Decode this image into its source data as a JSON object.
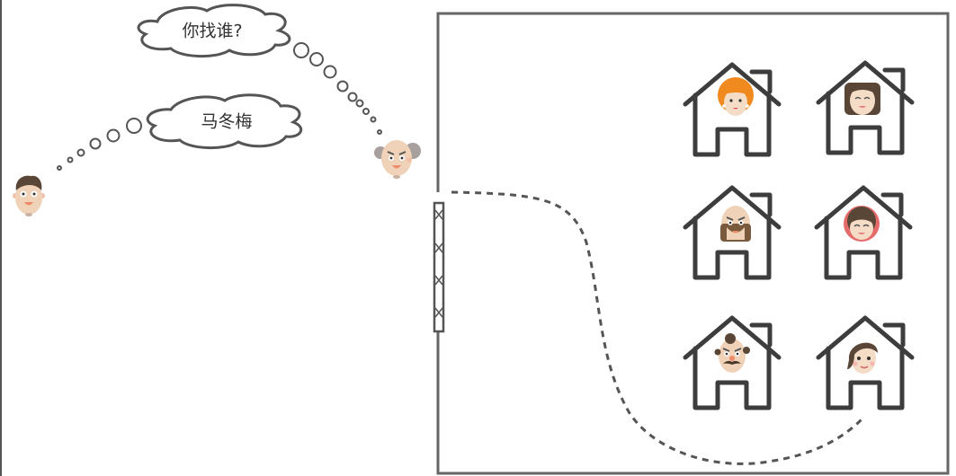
{
  "scene": {
    "title": "Visitor looking for Ma Dongmei at a residential compound",
    "colors": {
      "stroke": "#3d3d3d",
      "wall": "#666666",
      "skin": "#f0d2b8",
      "mouth": "#ee8a6a",
      "hair_dark": "#5a4636",
      "hair_gray": "#a8a09c",
      "hair_orange": "#f08a1e",
      "red_ring": "#e56b6b"
    }
  },
  "bubbles": {
    "guard_question": "你找谁?",
    "visitor_answer": "马冬梅"
  },
  "characters": {
    "visitor": {
      "label": "visitor",
      "position": "left"
    },
    "guard": {
      "label": "old gatekeeper",
      "position": "at gate"
    }
  },
  "compound": {
    "gate": {
      "label": "gate",
      "markers": 4
    },
    "houses": [
      {
        "resident": "orange-haired woman"
      },
      {
        "resident": "brown-haired girl with pigtails"
      },
      {
        "resident": "bald bearded man"
      },
      {
        "resident": "girl with red round frame"
      },
      {
        "resident": "man with mustache"
      },
      {
        "resident": "woman with side-swept hair"
      }
    ],
    "path": {
      "style": "dashed",
      "from": "gate",
      "to": "bottom-right house"
    }
  }
}
